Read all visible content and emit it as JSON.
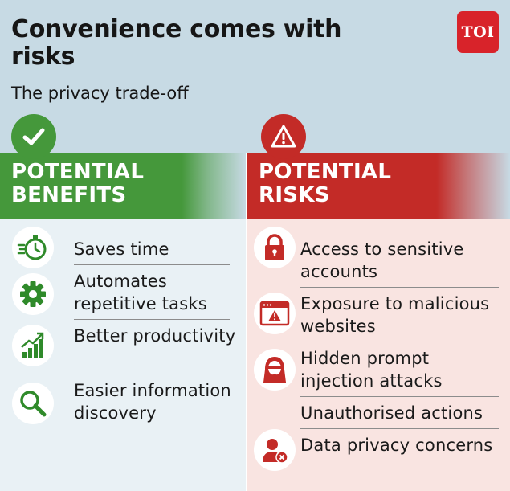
{
  "title": "Convenience comes with risks",
  "subtitle": "The privacy trade-off",
  "logo": "TOI",
  "benefits": {
    "heading": "POTENTIAL BENEFITS",
    "items": [
      {
        "icon": "stopwatch-icon",
        "text": "Saves time"
      },
      {
        "icon": "gear-icon",
        "text": "Automates repetitive tasks"
      },
      {
        "icon": "growth-chart-icon",
        "text": "Better productivity"
      },
      {
        "icon": "magnifier-icon",
        "text": "Easier information discovery"
      }
    ]
  },
  "risks": {
    "heading": "POTENTIAL RISKS",
    "items": [
      {
        "icon": "padlock-icon",
        "text": "Access to sensitive accounts"
      },
      {
        "icon": "browser-warning-icon",
        "text": "Exposure to malicious websites"
      },
      {
        "icon": "hacker-icon",
        "text": "Hidden prompt injection attacks"
      },
      {
        "icon": "",
        "text": "Unauthorised actions"
      },
      {
        "icon": "user-remove-icon",
        "text": "Data privacy concerns"
      }
    ]
  },
  "colors": {
    "benefit_green": "#45983b",
    "risk_red": "#c32b27",
    "header_bg": "#c7dae4",
    "left_bg": "#e9f1f5",
    "right_bg": "#f9e4e1",
    "logo_red": "#d8232a"
  }
}
